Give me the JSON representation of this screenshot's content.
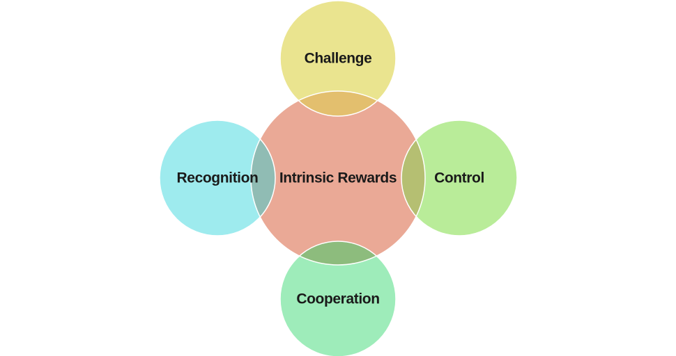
{
  "diagram": {
    "center": {
      "label": "Intrinsic Rewards",
      "color": "#eaa996"
    },
    "nodes": {
      "top": {
        "label": "Challenge",
        "color": "#eae48f",
        "overlap_color": "#e3bf6e"
      },
      "right": {
        "label": "Control",
        "color": "#b9ec99",
        "overlap_color": "#b5bf72"
      },
      "bottom": {
        "label": "Cooperation",
        "color": "#9eecba",
        "overlap_color": "#8dbc7d"
      },
      "left": {
        "label": "Recognition",
        "color": "#9eebee",
        "overlap_color": "#90bcb4"
      }
    },
    "outline_color": "#ffffff"
  }
}
